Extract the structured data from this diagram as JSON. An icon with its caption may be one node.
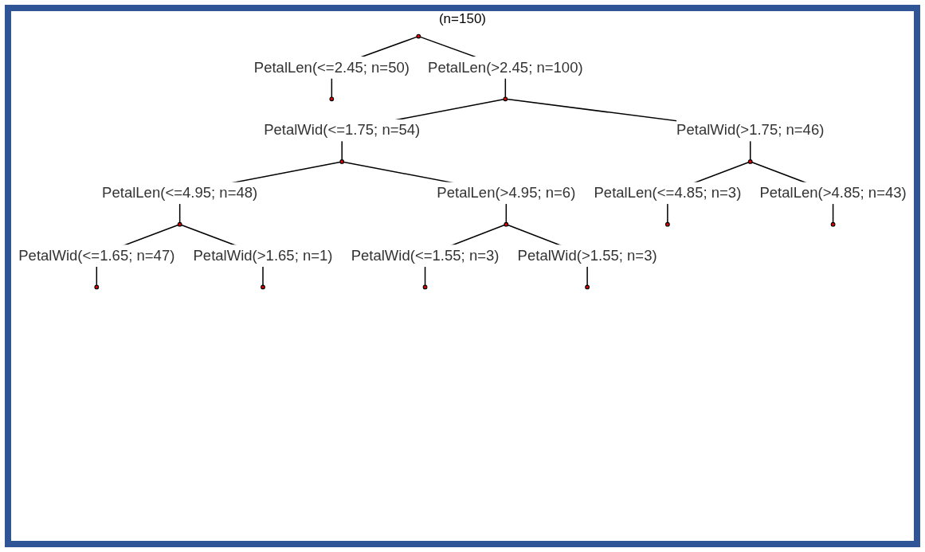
{
  "diagram": {
    "nodes": [
      {
        "text": [],
        "shape": "circle",
        "beside": [
          "(n=150)"
        ]
      },
      {
        "text": [],
        "shape": "circle"
      },
      {
        "text": [],
        "shape": "circle"
      },
      {
        "text": [],
        "shape": "circle"
      },
      {
        "text": [],
        "shape": "circle"
      },
      {
        "text": [],
        "shape": "circle"
      },
      {
        "text": [],
        "shape": "circle"
      },
      {
        "text": [],
        "shape": "circle"
      },
      {
        "text": [],
        "shape": "circle"
      },
      {
        "text": [],
        "shape": "circle"
      },
      {
        "text": [],
        "shape": "circle"
      },
      {
        "text": [],
        "shape": "circle"
      },
      {
        "text": [],
        "shape": "circle"
      }
    ],
    "edges": [
      {
        "from": 0,
        "to": 1,
        "arrow": "none",
        "label": "PetalLen(<=2.45; n=50)"
      },
      {
        "from": 0,
        "to": 2,
        "arrow": "none",
        "label": "PetalLen(>2.45; n=100)"
      },
      {
        "from": 2,
        "to": 3,
        "arrow": "none",
        "label": "PetalWid(<=1.75; n=54)"
      },
      {
        "from": 2,
        "to": 4,
        "arrow": "none",
        "label": "PetalWid(>1.75; n=46)"
      },
      {
        "from": 3,
        "to": 5,
        "arrow": "none",
        "label": "PetalLen(<=4.95; n=48)"
      },
      {
        "from": 3,
        "to": 6,
        "arrow": "none",
        "label": "PetalLen(>4.95; n=6)"
      },
      {
        "from": 4,
        "to": 7,
        "arrow": "none",
        "label": "PetalLen(<=4.85; n=3)"
      },
      {
        "from": 4,
        "to": 8,
        "arrow": "none",
        "label": "PetalLen(>4.85; n=43)"
      },
      {
        "from": 5,
        "to": 9,
        "arrow": "none",
        "label": "PetalWid(<=1.65; n=47)"
      },
      {
        "from": 5,
        "to": 10,
        "arrow": "none",
        "label": "PetalWid(>1.65; n=1)"
      },
      {
        "from": 6,
        "to": 11,
        "arrow": "none",
        "label": "PetalWid(<=1.55; n=3)"
      },
      {
        "from": 6,
        "to": 12,
        "arrow": "none",
        "label": "PetalWid(>1.55; n=3)"
      }
    ]
  }
}
